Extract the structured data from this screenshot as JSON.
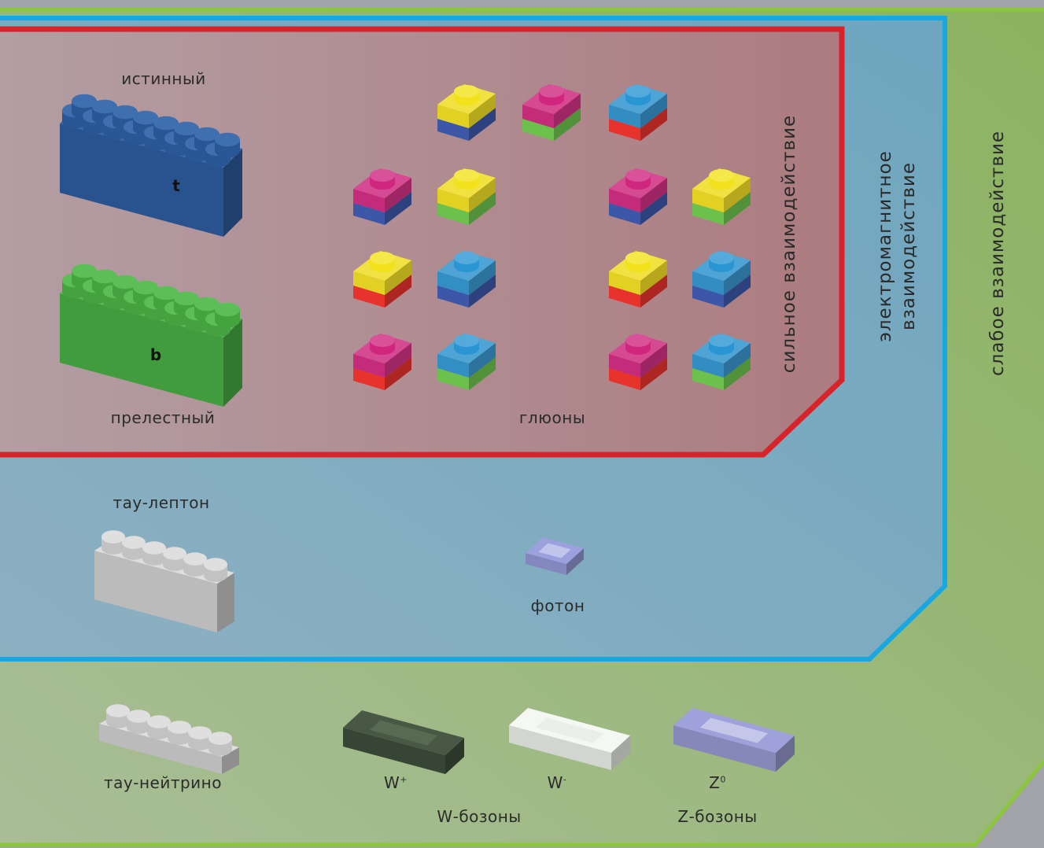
{
  "labels": {
    "top": "истинный",
    "top_letter": "t",
    "bottom": "прелестный",
    "bottom_letter": "b",
    "gluons": "глюоны",
    "tau": "тау‑лептон",
    "photon": "фотон",
    "tau_neutrino": "тау‑нейтрино",
    "w_plus_base": "W",
    "w_plus_sup": "+",
    "w_minus_base": "W",
    "w_minus_sup": "-",
    "z_base": "Z",
    "z_sup": "0",
    "w_bosons": "W‑бозоны",
    "z_bosons": "Z‑бозоны"
  },
  "zones": {
    "strong": "сильное взаимодействие",
    "em_line1": "электромагнитное",
    "em_line2": "взаимодействие",
    "weak": "слабое взаимодействие"
  },
  "colors": {
    "background": "#a2a3a8",
    "weak_zone": "#9ab476",
    "weak_border": "#8cc63f",
    "em_zone": "#7ba8bd",
    "em_border": "#1aa9e0",
    "strong_zone": "#b08a8f",
    "strong_border": "#d8232a",
    "top_quark": "#2f62a8",
    "bottom_quark": "#4db848",
    "tau": "#dcdcdc",
    "photon": "#9b9be0",
    "w_plus": "#3a4a38",
    "w_minus": "#ffffff",
    "z_boson": "#9b9be0"
  },
  "gluons": [
    {
      "top": "yellow",
      "bottom": "blue"
    },
    {
      "top": "magenta",
      "bottom": "green"
    },
    {
      "top": "cyan",
      "bottom": "red"
    },
    {
      "top": "magenta",
      "bottom": "blue"
    },
    {
      "top": "yellow",
      "bottom": "green"
    },
    {
      "top": "magenta",
      "bottom": "blue"
    },
    {
      "top": "yellow",
      "bottom": "green"
    },
    {
      "top": "yellow",
      "bottom": "red"
    },
    {
      "top": "cyan",
      "bottom": "blue"
    },
    {
      "top": "yellow",
      "bottom": "red"
    },
    {
      "top": "cyan",
      "bottom": "blue"
    },
    {
      "top": "magenta",
      "bottom": "red"
    },
    {
      "top": "cyan",
      "bottom": "green"
    },
    {
      "top": "magenta",
      "bottom": "red"
    },
    {
      "top": "cyan",
      "bottom": "green"
    }
  ],
  "gluon_palette": {
    "yellow": "#f2e21b",
    "magenta": "#d0267e",
    "cyan": "#2a95d3",
    "blue": "#3c56a8",
    "green": "#6cc14d",
    "red": "#e8322c"
  }
}
